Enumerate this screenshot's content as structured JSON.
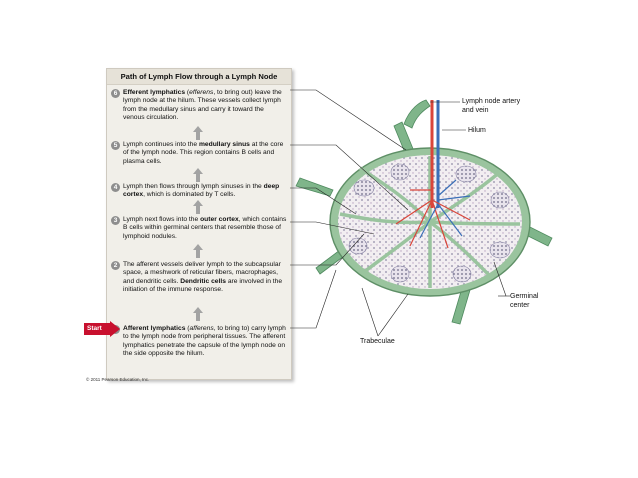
{
  "panel": {
    "title": "Path of Lymph Flow through a Lymph Node",
    "steps": [
      {
        "num": "6",
        "parts": [
          {
            "t": "Efferent lymphatics",
            "s": "b"
          },
          {
            "t": " (",
            "s": ""
          },
          {
            "t": "efferens",
            "s": "i"
          },
          {
            "t": ", to bring out) leave the lymph node at the hilum. These vessels collect lymph from the medullary sinus and carry it toward the venous circulation.",
            "s": ""
          }
        ]
      },
      {
        "num": "5",
        "parts": [
          {
            "t": "Lymph continues into the ",
            "s": ""
          },
          {
            "t": "medullary sinus",
            "s": "b"
          },
          {
            "t": " at the core of the lymph node. This region contains B cells and plasma cells.",
            "s": ""
          }
        ]
      },
      {
        "num": "4",
        "parts": [
          {
            "t": "Lymph then flows through lymph sinuses in the ",
            "s": ""
          },
          {
            "t": "deep cortex",
            "s": "b"
          },
          {
            "t": ", which is dominated by T cells.",
            "s": ""
          }
        ]
      },
      {
        "num": "3",
        "parts": [
          {
            "t": "Lymph next flows into the ",
            "s": ""
          },
          {
            "t": "outer cortex",
            "s": "b"
          },
          {
            "t": ", which contains B cells within germinal centers that resemble those of lymphoid nodules.",
            "s": ""
          }
        ]
      },
      {
        "num": "2",
        "parts": [
          {
            "t": "The afferent vessels deliver lymph to the subcapsular space, a meshwork of reticular fibers, macrophages, and dendritic cells. ",
            "s": ""
          },
          {
            "t": "Dendritic cells",
            "s": "b"
          },
          {
            "t": " are involved in the initiation of the immune response.",
            "s": ""
          }
        ]
      },
      {
        "num": "1",
        "parts": [
          {
            "t": "Afferent lymphatics",
            "s": "b"
          },
          {
            "t": " (",
            "s": ""
          },
          {
            "t": "afferens",
            "s": "i"
          },
          {
            "t": ", to bring to) carry lymph to the lymph node from peripheral tissues. The afferent lymphatics penetrate the capsule of the lymph node on the side opposite the hilum.",
            "s": ""
          }
        ]
      }
    ]
  },
  "start_label": "Start",
  "copyright": "© 2011 Pearson Education, Inc.",
  "callouts": {
    "artery_vein": "Lymph node artery and vein",
    "hilum": "Hilum",
    "germinal_center": "Germinal center",
    "trabeculae": "Trabeculae"
  },
  "colors": {
    "artery": "#d9453a",
    "vein": "#3b6fb8",
    "lymph_vessel": "#7fb58a",
    "node_fill": "#f3eef0",
    "capsule": "#9ac49e",
    "step_badge": "#8e8e8e",
    "start_arrow": "#c8102e"
  }
}
